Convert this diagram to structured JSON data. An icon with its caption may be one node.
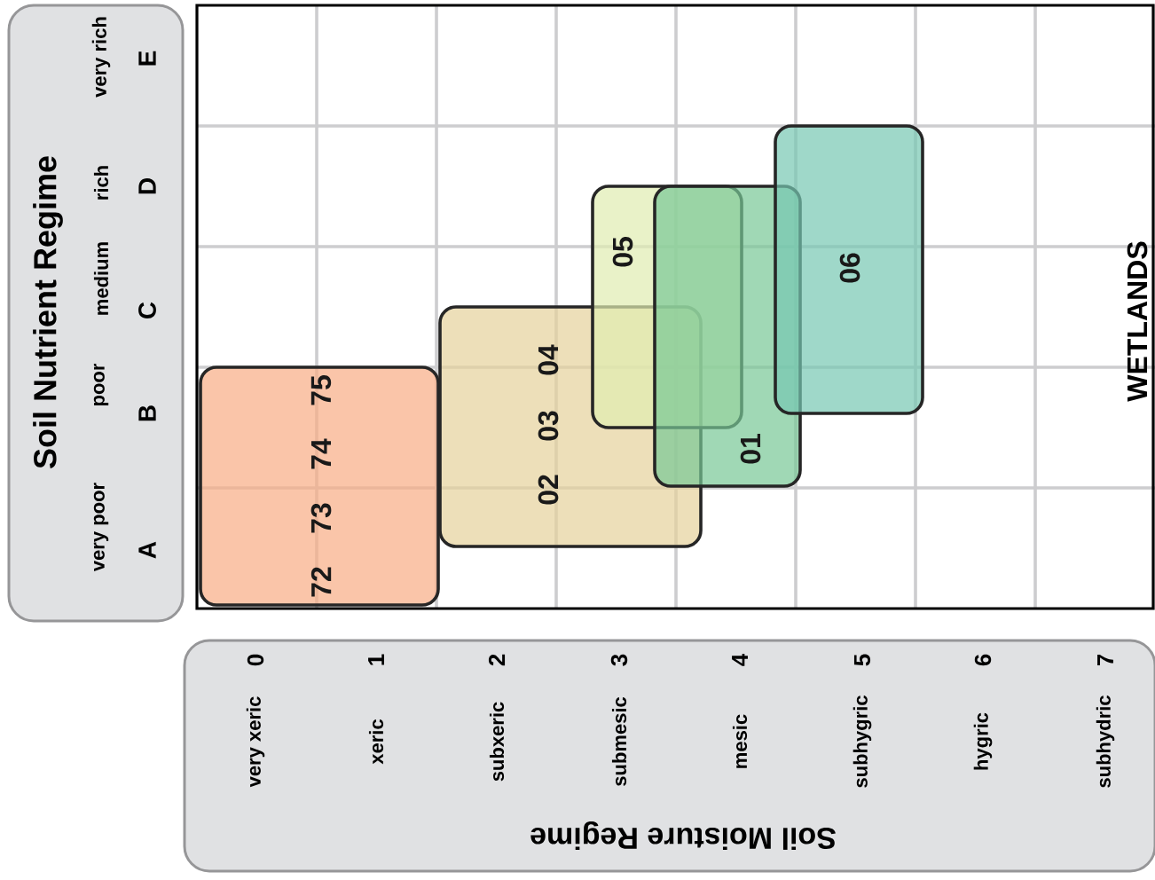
{
  "diagram": {
    "nodes": [
      {
        "text": [
          "Soil Nutrient Regime"
        ]
      },
      {
        "text": [
          "Soil Moisture Regime"
        ]
      },
      {
        "text": [
          "WETLANDS"
        ]
      },
      {
        "text": [
          "72",
          "73",
          "74",
          "75"
        ],
        "in": 2
      },
      {
        "text": [
          "02",
          "03",
          "04"
        ],
        "in": 2
      },
      {
        "text": [
          "05"
        ],
        "in": 2
      },
      {
        "text": [
          "01"
        ],
        "in": 2
      },
      {
        "text": [
          "06"
        ],
        "in": 2
      }
    ],
    "labels": [
      "very poor",
      "A",
      "poor",
      "B",
      "medium",
      "C",
      "rich",
      "D",
      "very rich",
      "E",
      "very xeric",
      "0",
      "xeric",
      "1",
      "subxeric",
      "2",
      "submesic",
      "3",
      "mesic",
      "4",
      "subhygric",
      "5",
      "hygric",
      "6",
      "subhydric",
      "7"
    ]
  }
}
